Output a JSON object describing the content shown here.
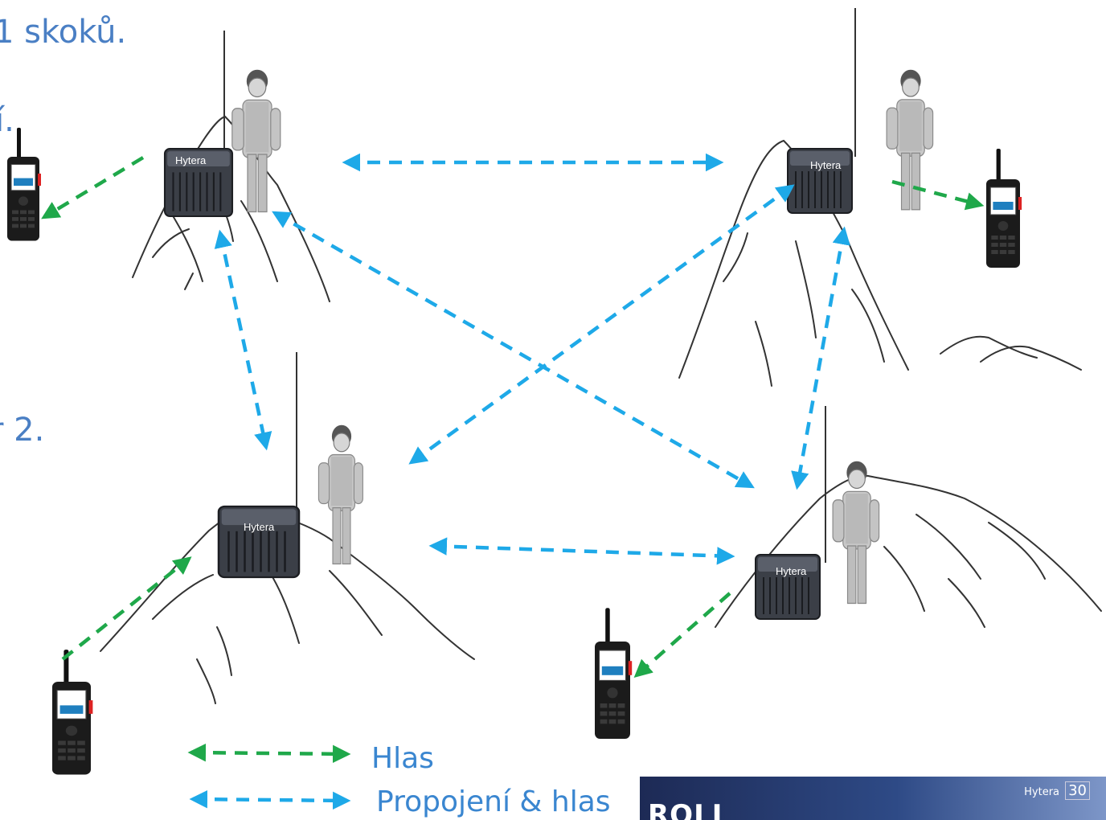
{
  "text_fragments": [
    "1 skoků.",
    "í.",
    "r 2."
  ],
  "device_brand": "Hytera",
  "legend": {
    "voice": {
      "label": "Hlas",
      "color": "#1fa84a"
    },
    "link_voice": {
      "label": "Propojení & hlas",
      "color": "#1ea9e8"
    }
  },
  "banner": {
    "title": "ROLL",
    "logo": "Hytera",
    "badge": "30"
  },
  "icons": [
    "mountain-icon",
    "repeater-icon",
    "technician-icon",
    "handheld-radio-icon",
    "arrow-icon"
  ]
}
